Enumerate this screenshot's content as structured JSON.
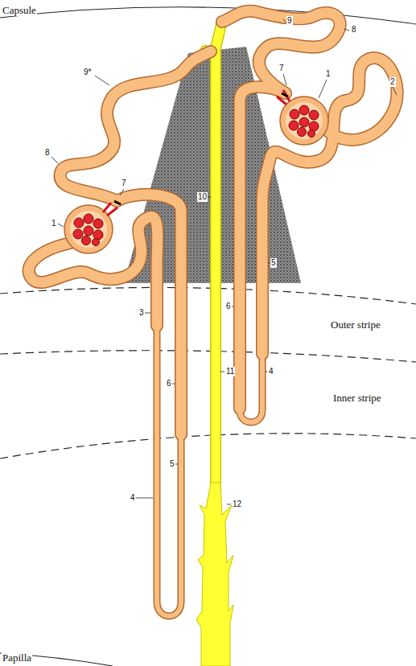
{
  "diagram": {
    "labels": [
      "Capsule",
      "9",
      "8",
      "7",
      "1",
      "2",
      "9*",
      "8",
      "7",
      "1",
      "10",
      "5",
      "3",
      "Outer stripe",
      "6",
      "6",
      "11",
      "4",
      "Inner stripe",
      "5",
      "4",
      "12",
      "Papilla"
    ]
  }
}
